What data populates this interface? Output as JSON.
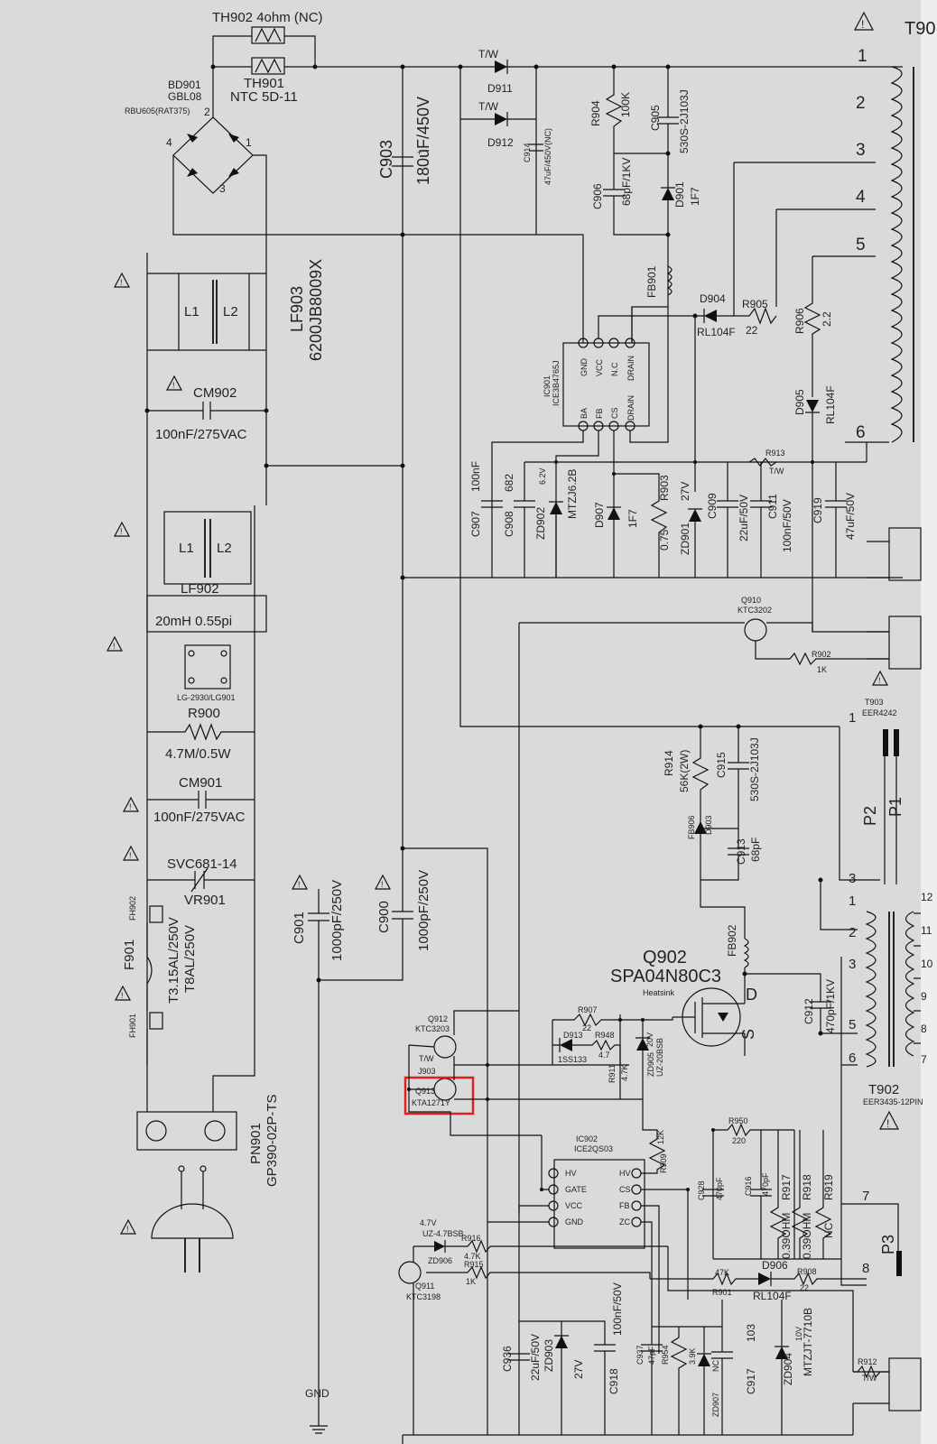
{
  "schematic": {
    "labels": {
      "th902": "TH902  4ohm (NC)",
      "th901": "TH901",
      "th901_val": "NTC 5D-11",
      "bd901": "BD901",
      "bd901_val": "GBL08",
      "bd901_alt": "RBU605(RAT375)",
      "t901": "T90",
      "c903": "C903",
      "c903_val": "180uF/450V",
      "d911": "D911",
      "d912": "D912",
      "tw1": "T/W",
      "tw2": "T/W",
      "c914": "C914",
      "c914_val": "47uF/450V(NC)",
      "r904": "R904",
      "r904_val": "100K",
      "c905": "C905",
      "c905_val": "530S-2J103J",
      "c906": "C906",
      "c906_val": "68pF/1KV",
      "d901": "D901",
      "d901_val": "1F7",
      "fb901": "FB901",
      "d904": "D904",
      "d904_val": "RL104F",
      "r905": "R905",
      "r905_val": "22",
      "r906": "R906",
      "r906_val": "2.2",
      "d905": "D905",
      "d905_val": "RL104F",
      "lf903": "LF903",
      "lf903_val": "6200JB8009X",
      "l1": "L1",
      "l2": "L2",
      "cm902": "CM902",
      "cm902_val": "100nF/275VAC",
      "ic901": "IC901",
      "ic901_val": "ICE3B4765J",
      "ic901_gnd": "GND",
      "ic901_vcc": "VCC",
      "ic901_nc": "N.C",
      "ic901_drain": "DRAIN",
      "ic901_ba": "BA",
      "ic901_fb": "FB",
      "ic901_cs": "CS",
      "ic901_drain2": "DRAIN",
      "c907": "C907",
      "c907_val": "100nF",
      "c908": "C908",
      "c908_val": "682",
      "zd902": "ZD902",
      "zd902_val": "MTZJ6.2B",
      "zd902_v": "6.2V",
      "d907": "D907",
      "d907_val": "1F7",
      "r903": "R903",
      "r903_val": "0.75",
      "zd901": "ZD901",
      "zd901_val": "27V",
      "c909": "C909",
      "c909_val": "22uF/50V",
      "c911": "C911",
      "c911_val": "100nF/50V",
      "r913": "R913",
      "r913_tw": "T/W",
      "c919": "C919",
      "c919_val": "47uF/50V",
      "winding1": "1",
      "winding2": "2",
      "winding3": "3",
      "winding4": "4",
      "winding5": "5",
      "winding6": "6",
      "lf902": "LF902",
      "lf902_val": "20mH 0.55pi",
      "lg": "LG-2930/LG901",
      "r900": "R900",
      "r900_val": "4.7M/0.5W",
      "cm901": "CM901",
      "cm901_val": "100nF/275VAC",
      "vr901": "VR901",
      "vr901_val": "SVC681-14",
      "fh902": "FH902",
      "f901": "F901",
      "f901_val1": "T3.15AL/250V",
      "f901_val2": "T8AL/250V",
      "fh901": "FH901",
      "pn901": "PN901",
      "pn901_val": "GP390-02P-TS",
      "c901": "C901",
      "c901_val": "1000pF/250V",
      "c900": "C900",
      "c900_val": "1000pF/250V",
      "gnd": "GND",
      "q910": "Q910",
      "q910_val": "KTC3202",
      "r902": "R902",
      "r902_val": "1K",
      "t903": "T903",
      "t903_val": "EER4242",
      "r914": "R914",
      "r914_val": "56K(2W)",
      "c915": "C915",
      "c915_val": "530S-2J103J",
      "fb906": "FB906",
      "d903": "D903",
      "c913": "C913",
      "c913_val": "68pF",
      "p2": "P2",
      "p1": "P1",
      "t903_1": "1",
      "t903_3": "3",
      "fb902": "FB902",
      "q902": "Q902",
      "q902_val": "SPA04N80C3",
      "heatsink": "Heatsink",
      "q902_d": "D",
      "q902_s": "S",
      "c912": "C912",
      "c912_val": "470pF/1KV",
      "q912": "Q912",
      "q912_val": "KTC3203",
      "r907": "R907",
      "r907_val": "22",
      "d913": "D913",
      "d913_val": "1SS133",
      "r948": "R948",
      "r948_val": "4.7",
      "r911": "R911",
      "r911_val": "4.7K",
      "zd905": "ZD905",
      "zd905_val": "20V",
      "zd905_part": "UZ-20BSB",
      "j903": "J903",
      "j903_tw": "T/W",
      "q913": "Q913",
      "q913_val": "KTA1271Y",
      "t902_1": "1",
      "t902_2": "2",
      "t902_3": "3",
      "t902_5": "5",
      "t902_6": "6",
      "t902_12": "12",
      "t902_11": "11",
      "t902_10": "10",
      "t902_9": "9",
      "t902_8": "8",
      "t902_7": "7",
      "t902": "T902",
      "t902_val": "EER3435-12PIN",
      "ic902": "IC902",
      "ic902_val": "ICE2QS03",
      "ic902_hv_l": "HV",
      "ic902_gate": "GATE",
      "ic902_vcc": "VCC",
      "ic902_gnd": "GND",
      "ic902_hv_r": "HV",
      "ic902_cs": "CS",
      "ic902_fb": "FB",
      "ic902_zc": "ZC",
      "r909": "R909",
      "r909_val": "12K",
      "r950": "R950",
      "r950_val": "220",
      "c928": "C928",
      "c928_val": "470pF",
      "c916": "C916",
      "c916_val": "470pF",
      "r917": "R917",
      "r917_val": "0.39OHM",
      "r918": "R918",
      "r918_val": "0.39OHM",
      "r919": "R919",
      "r919_val": "NC",
      "p3": "P3",
      "p3_7": "7",
      "p3_8": "8",
      "zd906_v": "4.7V",
      "zd906_part": "UZ-4.7BSB",
      "zd906": "ZD906",
      "r916": "R916",
      "r916_val": "4.7K",
      "r915": "R915",
      "r915_val": "1K",
      "q911": "Q911",
      "q911_val": "KTC3198",
      "d906": "D906",
      "d906_val": "RL104F",
      "r901": "R901",
      "r901_val": "47K",
      "r908": "R908",
      "r908_val": "22",
      "c936": "C936",
      "c936_val": "22uF/50V",
      "zd903": "ZD903",
      "zd903_val": "27V",
      "c918": "C918",
      "c918_val": "100nF/50V",
      "c937": "C937",
      "c937_val": "47pF",
      "r954": "R954",
      "r954_val": "3.9K",
      "zd907": "ZD907",
      "zd907_val": "NC",
      "c917": "C917",
      "c917_val": "103",
      "zd904": "ZD904",
      "zd904_val": "MTZJT-7710B",
      "zd904_v": "10V",
      "r912": "R912",
      "r912_tw": "T/W"
    },
    "highlight_color": "#e02020",
    "line_color": "#111111",
    "background": "#d9dadc"
  }
}
